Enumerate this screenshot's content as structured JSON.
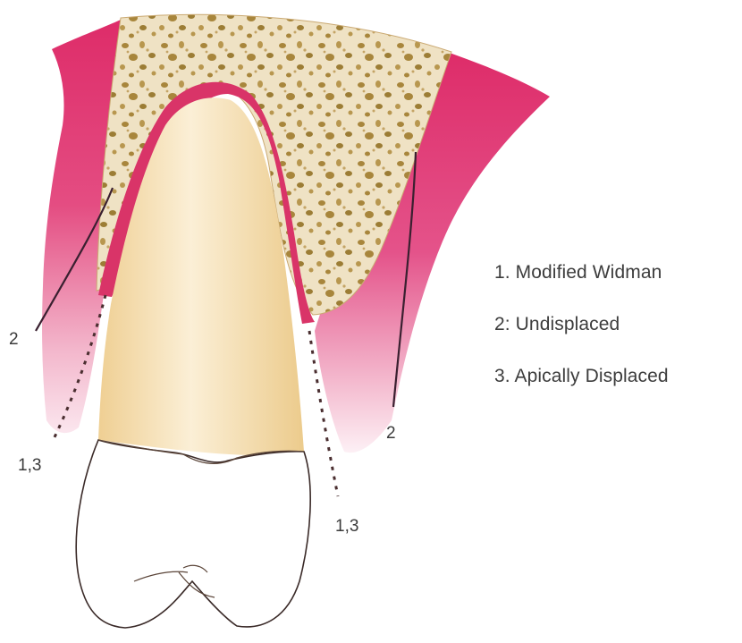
{
  "legend": {
    "items": [
      "1. Modified Widman",
      "2: Undisplaced",
      "3. Apically Displaced"
    ]
  },
  "labels": {
    "left_flap_undisplaced": "2",
    "left_flap_widman_apical": "1,3",
    "right_flap_undisplaced": "2",
    "right_flap_widman_apical": "1,3"
  },
  "colors": {
    "gingiva": "#e0306d",
    "gingiva_fade": "#f6c9d8",
    "bone": "#efe2c4",
    "bone_pores": "#a8863c",
    "root": "#f2d7a2",
    "crown": "#ffffff",
    "outline": "#3a2a28"
  }
}
